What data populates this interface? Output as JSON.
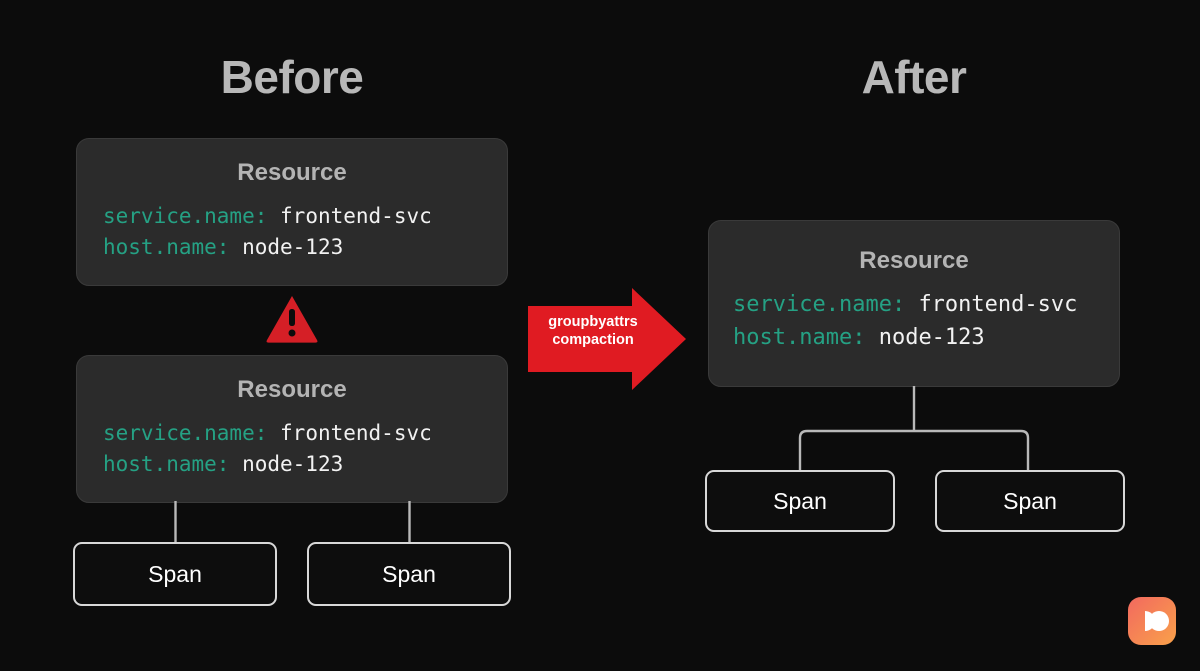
{
  "background_color": "#0c0c0c",
  "accent_colors": {
    "attribute_key_teal": "#25a184",
    "arrow_red": "#e01b22",
    "warning_red": "#d51f26",
    "card_background": "#2b2b2b",
    "heading_gray": "#b8b8b8",
    "span_border": "#d8d8d8",
    "logo_gradient_start": "#f2695f",
    "logo_gradient_end": "#f9a14a"
  },
  "panels": {
    "before": {
      "heading": "Before",
      "resources": [
        {
          "title": "Resource",
          "attributes": [
            {
              "key": "service.name:",
              "value": "frontend-svc"
            },
            {
              "key": "host.name:",
              "value": "node-123"
            }
          ]
        },
        {
          "title": "Resource",
          "attributes": [
            {
              "key": "service.name:",
              "value": "frontend-svc"
            },
            {
              "key": "host.name:",
              "value": "node-123"
            }
          ]
        }
      ],
      "spans": [
        {
          "label": "Span"
        },
        {
          "label": "Span"
        }
      ],
      "warning": {
        "icon": "warning-triangle-icon"
      }
    },
    "after": {
      "heading": "After",
      "resource": {
        "title": "Resource",
        "attributes": [
          {
            "key": "service.name:",
            "value": "frontend-svc"
          },
          {
            "key": "host.name:",
            "value": "node-123"
          }
        ]
      },
      "spans": [
        {
          "label": "Span"
        },
        {
          "label": "Span"
        }
      ]
    }
  },
  "transform_arrow": {
    "icon": "right-arrow-icon",
    "label_line_1": "groupbyattrs",
    "label_line_2": "compaction"
  },
  "logo": {
    "icon": "brand-logo-icon"
  }
}
